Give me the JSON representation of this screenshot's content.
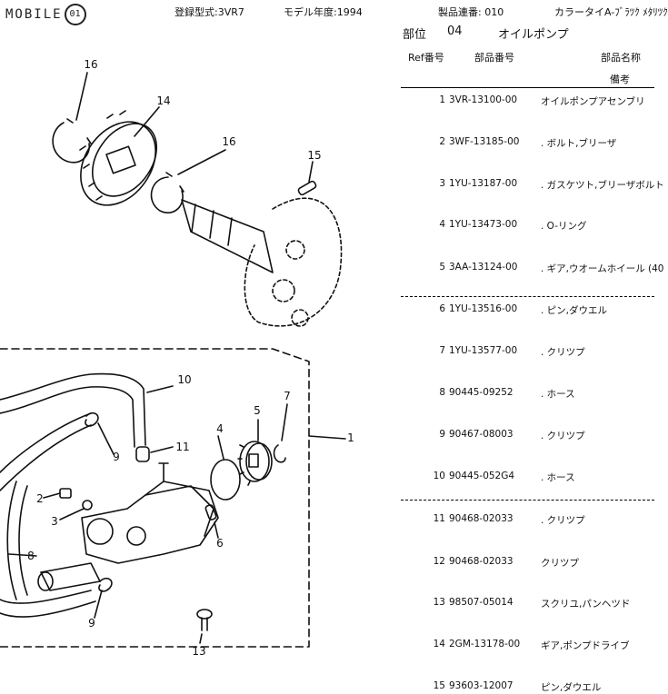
{
  "header": {
    "logo": "MOBILE",
    "logo_mark": "01",
    "model": "登録型式:3VR7",
    "year": "モデル年度:1994",
    "serial": "製品連番: 010",
    "color": "カラータイA-ﾌﾞﾗﾂｸ ﾒﾀﾘﾂｸ"
  },
  "section": {
    "label": "部位",
    "code": "04",
    "name": "オイルポンプ"
  },
  "columns": {
    "ref": "Ref番号",
    "part_no": "部品番号",
    "part_name": "部品名称",
    "remarks": "備考"
  },
  "parts": [
    {
      "ref": "1",
      "part_no": "3VR-13100-00",
      "name": "オイルポンプアセンブリ"
    },
    {
      "ref": "2",
      "part_no": "3WF-13185-00",
      "name": ". ボルト,ブリーザ"
    },
    {
      "ref": "3",
      "part_no": "1YU-13187-00",
      "name": ". ガスケツト,ブリーザボルト"
    },
    {
      "ref": "4",
      "part_no": "1YU-13473-00",
      "name": ". O-リング"
    },
    {
      "ref": "5",
      "part_no": "3AA-13124-00",
      "name": ". ギア,ウオームホイール (40"
    },
    {
      "ref": "6",
      "part_no": "1YU-13516-00",
      "name": ". ピン,ダウエル"
    },
    {
      "ref": "7",
      "part_no": "1YU-13577-00",
      "name": ". クリツプ"
    },
    {
      "ref": "8",
      "part_no": "90445-09252",
      "name": ". ホース"
    },
    {
      "ref": "9",
      "part_no": "90467-08003",
      "name": ". クリツプ"
    },
    {
      "ref": "10",
      "part_no": "90445-052G4",
      "name": ". ホース"
    },
    {
      "ref": "11",
      "part_no": "90468-02033",
      "name": ". クリツプ"
    },
    {
      "ref": "12",
      "part_no": "90468-02033",
      "name": "クリツプ"
    },
    {
      "ref": "13",
      "part_no": "98507-05014",
      "name": "スクリユ,パンヘツド"
    },
    {
      "ref": "14",
      "part_no": "2GM-13178-00",
      "name": "ギア,ポンプドライブ"
    },
    {
      "ref": "15",
      "part_no": "93603-12007",
      "name": "ピン,ダウエル"
    }
  ],
  "diagram_labels": [
    "16",
    "14",
    "16",
    "15",
    "10",
    "7",
    "4",
    "5",
    "1",
    "11",
    "9",
    "2",
    "3",
    "8",
    "6",
    "9",
    "13"
  ]
}
